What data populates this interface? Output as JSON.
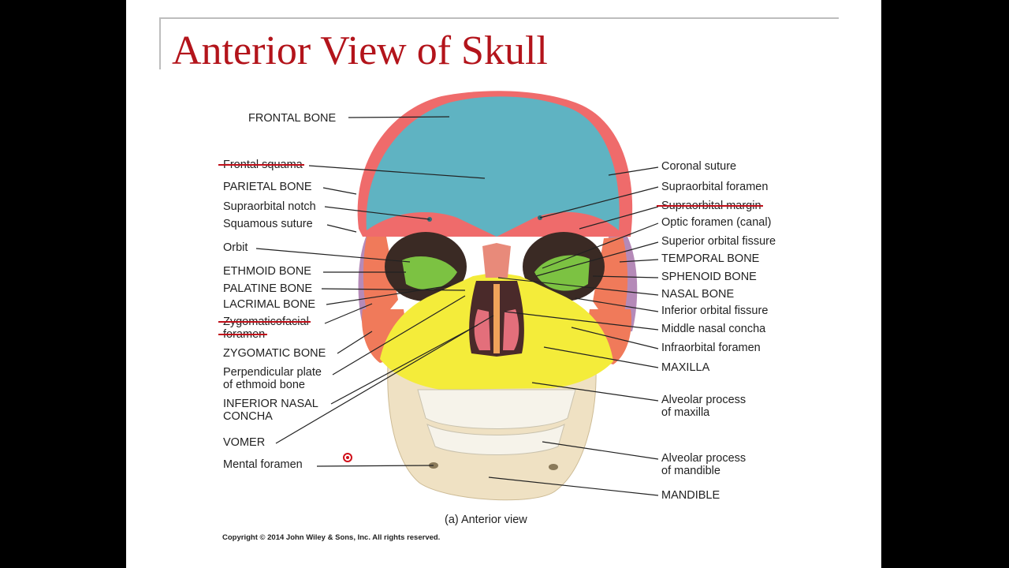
{
  "slide": {
    "title": "Anterior View of Skull",
    "caption": "(a) Anterior view",
    "copyright": "Copyright © 2014 John Wiley & Sons, Inc. All rights reserved."
  },
  "labels_left": [
    {
      "key": "frontal-bone",
      "text": "FRONTAL BONE"
    },
    {
      "key": "frontal-squama",
      "text": "Frontal squama",
      "struck": true
    },
    {
      "key": "parietal-bone",
      "text": "PARIETAL BONE"
    },
    {
      "key": "supraorbital-notch",
      "text": "Supraorbital notch"
    },
    {
      "key": "squamous-suture",
      "text": "Squamous suture"
    },
    {
      "key": "orbit",
      "text": "Orbit"
    },
    {
      "key": "ethmoid-bone",
      "text": "ETHMOID BONE"
    },
    {
      "key": "palatine-bone",
      "text": "PALATINE BONE"
    },
    {
      "key": "lacrimal-bone",
      "text": "LACRIMAL BONE"
    },
    {
      "key": "zygomaticofacial-foramen",
      "text": "Zygomaticofacial\nforamen",
      "struck": true
    },
    {
      "key": "zygomatic-bone",
      "text": "ZYGOMATIC BONE"
    },
    {
      "key": "perpendicular-plate",
      "text": "Perpendicular plate\nof ethmoid bone"
    },
    {
      "key": "inferior-nasal-concha",
      "text": "INFERIOR NASAL\nCONCHA"
    },
    {
      "key": "vomer",
      "text": "VOMER"
    },
    {
      "key": "mental-foramen",
      "text": "Mental foramen"
    }
  ],
  "labels_right": [
    {
      "key": "coronal-suture",
      "text": "Coronal suture"
    },
    {
      "key": "supraorbital-foramen",
      "text": "Supraorbital foramen"
    },
    {
      "key": "supraorbital-margin",
      "text": "Supraorbital margin",
      "struck": true
    },
    {
      "key": "optic-foramen",
      "text": "Optic foramen (canal)"
    },
    {
      "key": "superior-orbital-fissure",
      "text": "Superior orbital fissure"
    },
    {
      "key": "temporal-bone",
      "text": "TEMPORAL BONE"
    },
    {
      "key": "sphenoid-bone",
      "text": "SPHENOID BONE"
    },
    {
      "key": "nasal-bone",
      "text": "NASAL BONE"
    },
    {
      "key": "inferior-orbital-fissure",
      "text": "Inferior orbital fissure"
    },
    {
      "key": "middle-nasal-concha",
      "text": "Middle nasal concha"
    },
    {
      "key": "infraorbital-foramen",
      "text": "Infraorbital foramen"
    },
    {
      "key": "maxilla",
      "text": "MAXILLA"
    },
    {
      "key": "alveolar-process-maxilla",
      "text": "Alveolar process\nof maxilla"
    },
    {
      "key": "alveolar-process-mandible",
      "text": "Alveolar process\nof mandible"
    },
    {
      "key": "mandible",
      "text": "MANDIBLE"
    }
  ],
  "colors": {
    "title": "#b3141b",
    "frontal": "#5fb3c2",
    "parietal": "#ef6b6b",
    "temporal": "#b58ab8",
    "sphenoid": "#f07a5a",
    "ethmoid": "#7cc242",
    "maxilla": "#f4ec3a",
    "nasal": "#e88a7a",
    "mandible": "#efe1c3",
    "annotation": "#c0101a"
  }
}
